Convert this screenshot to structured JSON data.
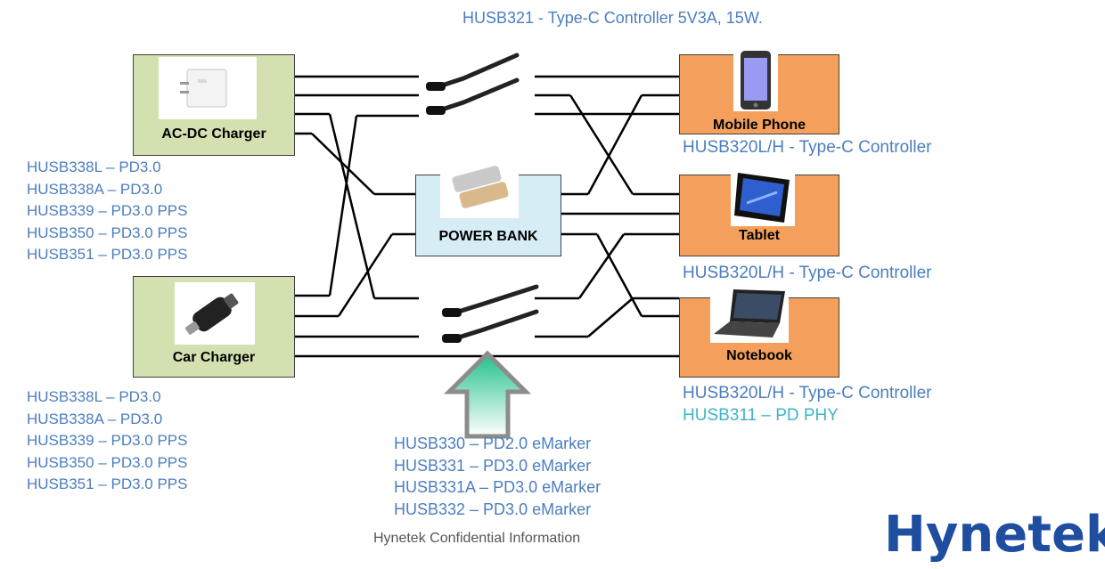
{
  "header_note": "HUSB321 - Type-C Controller 5V3A, 15W.",
  "devices": {
    "ac_dc_charger": "AC-DC Charger",
    "car_charger": "Car Charger",
    "power_bank": "POWER BANK",
    "mobile_phone": "Mobile Phone",
    "tablet": "Tablet",
    "notebook": "Notebook"
  },
  "ac_dc_parts": [
    "HUSB338L – PD3.0",
    "HUSB338A – PD3.0",
    "HUSB339 – PD3.0 PPS",
    "HUSB350 – PD3.0 PPS",
    "HUSB351 – PD3.0 PPS"
  ],
  "car_parts": [
    "HUSB338L – PD3.0",
    "HUSB338A – PD3.0",
    "HUSB339 – PD3.0 PPS",
    "HUSB350 – PD3.0 PPS",
    "HUSB351 – PD3.0 PPS"
  ],
  "phone_controller": "HUSB320L/H - Type-C Controller",
  "tablet_controller": "HUSB320L/H - Type-C Controller",
  "notebook_parts": [
    "HUSB320L/H - Type-C Controller",
    "HUSB311 – PD PHY"
  ],
  "cable_parts": [
    "HUSB330 – PD2.0 eMarker",
    "HUSB331 – PD3.0 eMarker",
    "HUSB331A  – PD3.0 eMarker",
    "HUSB332 – PD3.0 eMarker"
  ],
  "footer": "Hynetek Confidential Information",
  "logo_text": "Hynetek",
  "colors": {
    "source_box": "#d3e1b1",
    "bank_box": "#d6edf5",
    "sink_box": "#f4a05c",
    "text_blue": "#4b7ec0",
    "logo": "#1f4ea1"
  }
}
